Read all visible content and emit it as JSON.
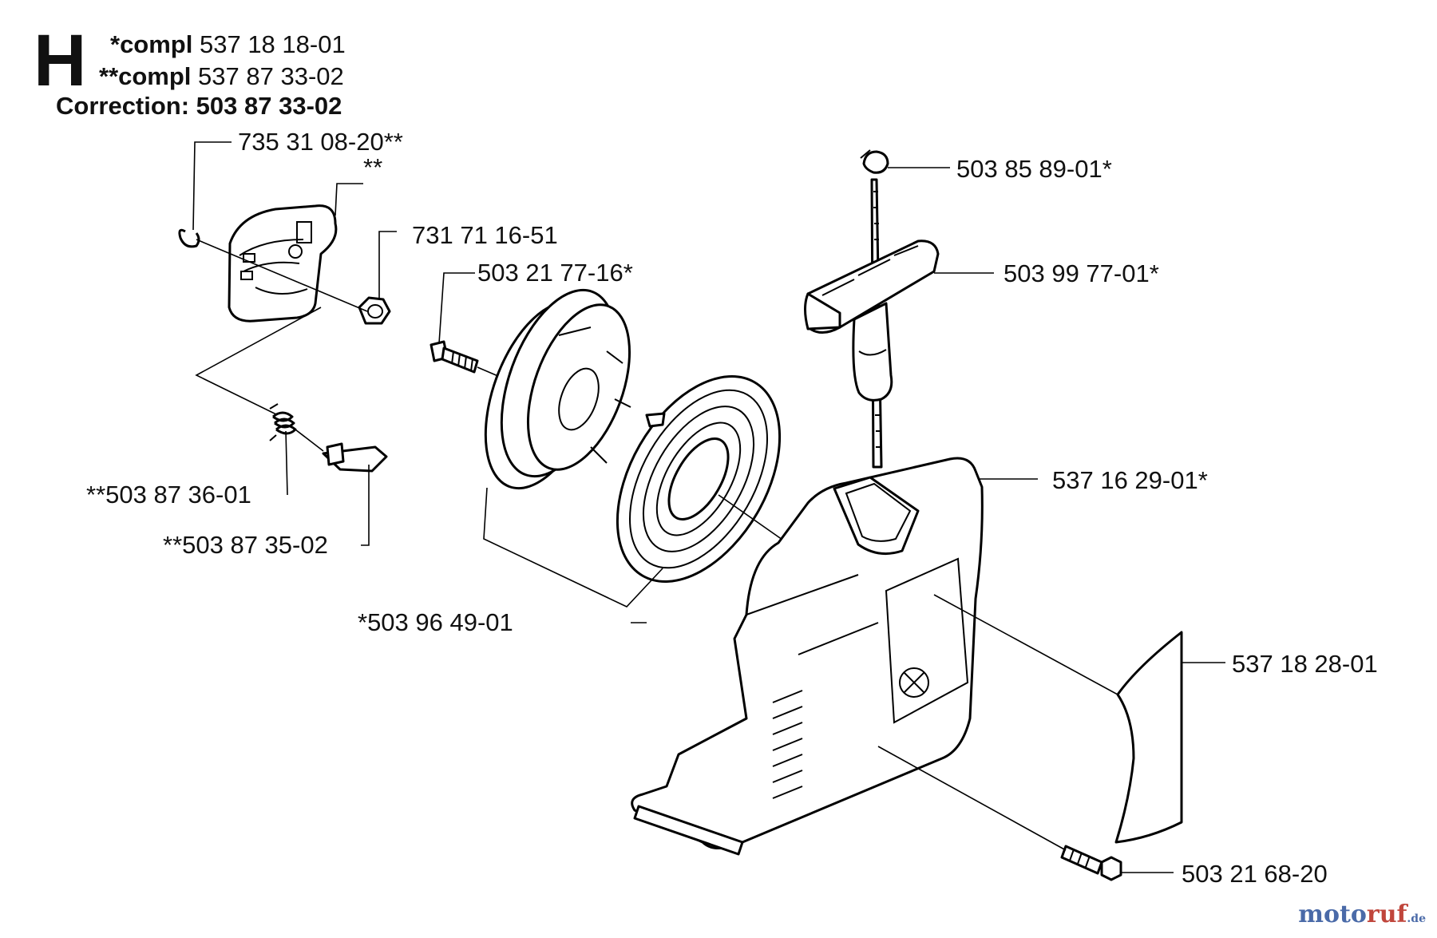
{
  "header": {
    "letter": "H",
    "compl1_prefix": "*compl",
    "compl1_number": "537 18 18-01",
    "compl2_prefix": "**compl",
    "compl2_number": "537 87 33-02",
    "correction": "Correction: 503 87 33-02"
  },
  "parts": {
    "p1": "735 31 08-20**",
    "p2": "**",
    "p3": "731 71 16-51",
    "p4": "503 21 77-16*",
    "p5": "**503 87 36-01",
    "p6": "**503 87 35-02",
    "p7": "*503 96 49-01",
    "p8": "503 85 89-01*",
    "p9": "503 99 77-01*",
    "p10": "537 16 29-01*",
    "p11": "537 18 28-01",
    "p12": "503 21 68-20"
  },
  "watermark": {
    "part1": "moto",
    "part2": "ruf",
    "part3": ".de"
  }
}
